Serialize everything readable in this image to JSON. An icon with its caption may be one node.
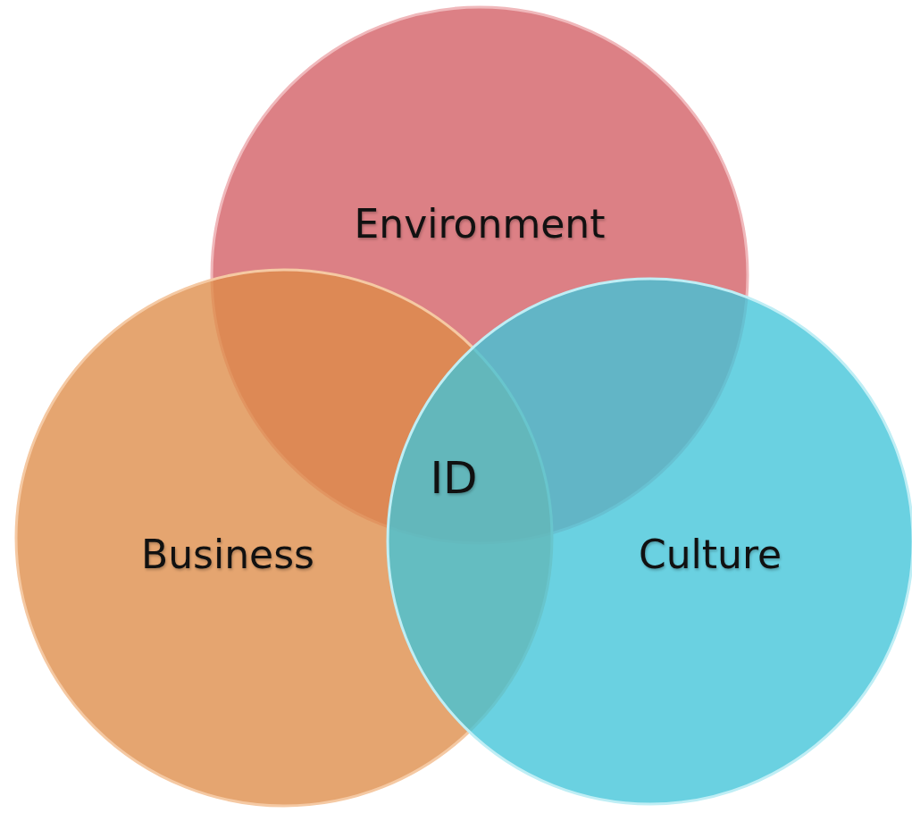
{
  "diagram": {
    "nodes": [
      {
        "text": [
          "Environment"
        ]
      },
      {
        "text": [
          "Business"
        ]
      },
      {
        "text": [
          "Culture"
        ]
      }
    ],
    "labels": [
      "ID"
    ]
  }
}
